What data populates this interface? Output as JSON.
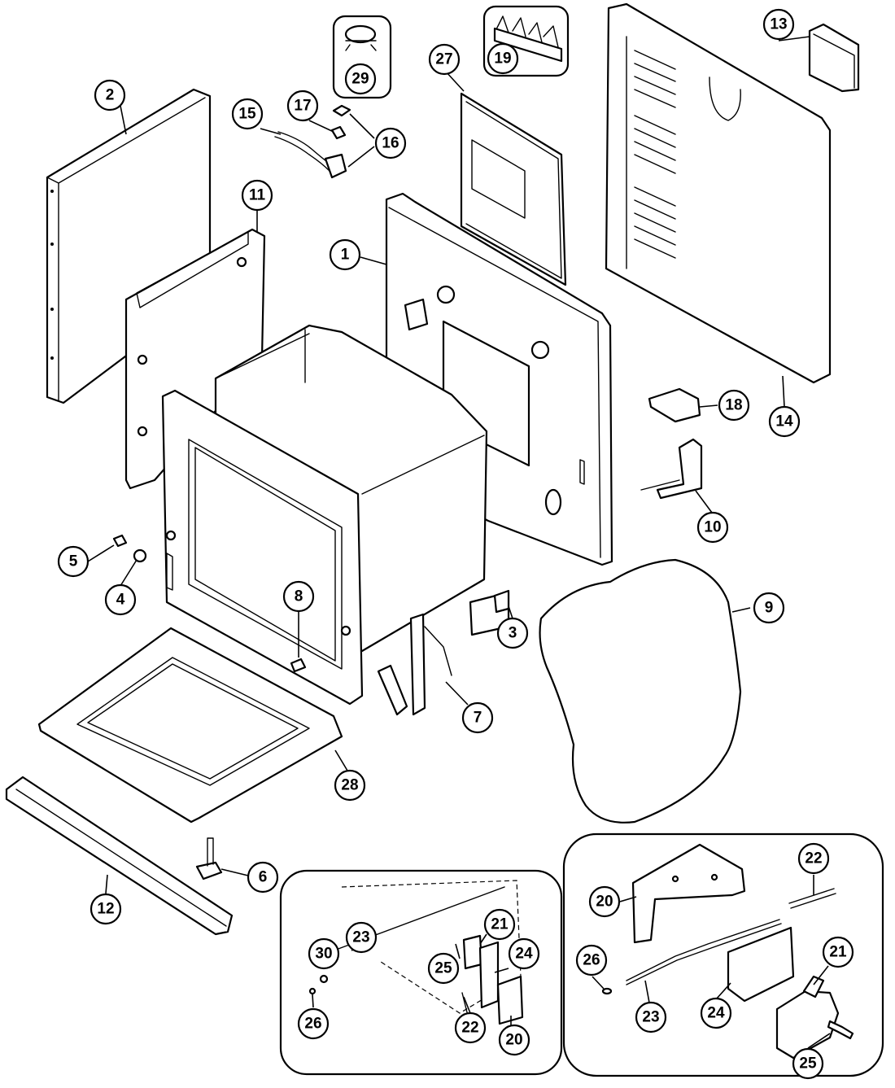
{
  "callouts": {
    "c1": "1",
    "c2": "2",
    "c3": "3",
    "c4": "4",
    "c5": "5",
    "c6": "6",
    "c7": "7",
    "c8": "8",
    "c9": "9",
    "c10": "10",
    "c11": "11",
    "c12": "12",
    "c13": "13",
    "c14": "14",
    "c15": "15",
    "c16": "16",
    "c17": "17",
    "c18": "18",
    "c19": "19",
    "c20a": "20",
    "c20b": "20",
    "c21a": "21",
    "c21b": "21",
    "c22a": "22",
    "c22b": "22",
    "c23a": "23",
    "c23b": "23",
    "c24a": "24",
    "c24b": "24",
    "c25a": "25",
    "c25b": "25",
    "c26a": "26",
    "c26b": "26",
    "c27": "27",
    "c28": "28",
    "c29": "29",
    "c30": "30"
  }
}
